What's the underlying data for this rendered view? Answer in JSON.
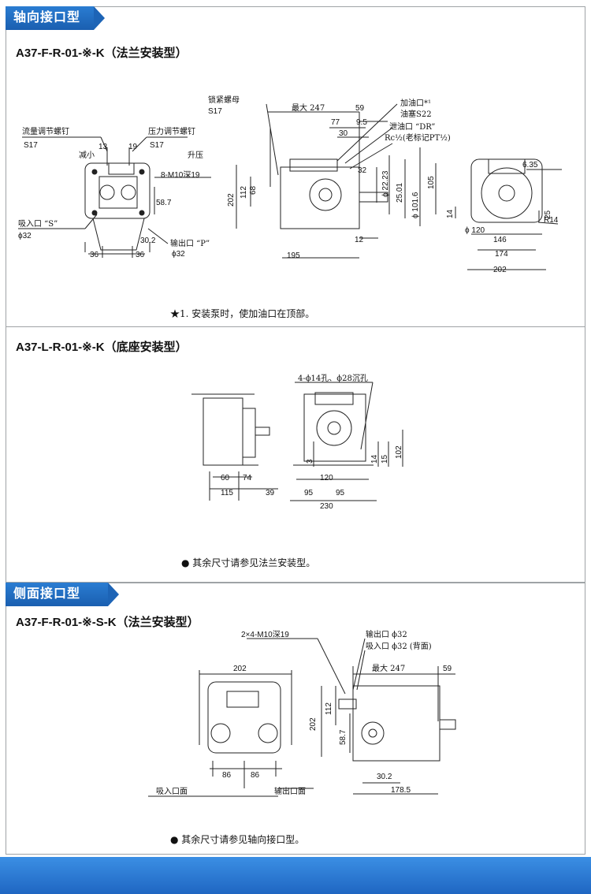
{
  "sections": {
    "axial": {
      "header": "轴向接口型"
    },
    "side": {
      "header": "侧面接口型"
    }
  },
  "axial_flange": {
    "title": "A37-F-R-01-※-K（法兰安装型）",
    "labels": {
      "flow_screw": "流量调节螺钉",
      "flow_s": "S17",
      "pressure_screw": "压力调节螺钉",
      "pressure_s": "S17",
      "decrease": "减小",
      "increase": "升压",
      "suction": "吸入口 “S”",
      "suction_d": "ϕ32",
      "outlet": "输出口 “P”",
      "outlet_d": "ϕ32",
      "lock_nut": "锁紧螺母",
      "lock_s": "S17",
      "fill_port": "加油口*¹",
      "plug": "油塞S22",
      "drain": "泄油口 “DR”",
      "drain_spec": "Rc½(老标记PT½)",
      "bolts": "8-M10深19",
      "d13": "13",
      "d19": "19",
      "d587": "58.7",
      "d302": "30.2",
      "d36a": "36",
      "d36b": "36",
      "max247": "最大 247",
      "d59": "59",
      "d77": "77",
      "d95": "9.5",
      "d30": "30",
      "d32": "32",
      "d202v": "202",
      "d112": "112",
      "d68": "68",
      "d2223": "ϕ 22.23",
      "d2501": "25.01",
      "d1016": "ϕ 101.6",
      "d105": "105",
      "d195": "195",
      "d12": "12",
      "d635": "6.35",
      "d14": "14",
      "d25": "25",
      "r14": "R14",
      "d120": "ϕ 120",
      "d146": "146",
      "d174": "174",
      "d202h": "202"
    },
    "note": "★1. 安装泵时，使加油口在顶部。"
  },
  "axial_foot": {
    "title": "A37-L-R-01-※-K（底座安装型）",
    "labels": {
      "holes": "4-ϕ14孔、ϕ28沉孔",
      "d60": "60",
      "d74": "74",
      "d115": "115",
      "d39": "39",
      "d3": "3",
      "d14": "14",
      "d15": "15",
      "d102": "102",
      "d120": "120",
      "d95a": "95",
      "d95b": "95",
      "d230": "230"
    },
    "note": "● 其余尺寸请参见法兰安装型。"
  },
  "side_flange": {
    "title": "A37-F-R-01-※-S-K（法兰安装型）",
    "labels": {
      "bolts": "2×4-M10深19",
      "outlet": "输出口 ϕ32",
      "suction": "吸入口 ϕ32 (背面)",
      "d202": "202",
      "d86a": "86",
      "d86b": "86",
      "suction_face": "吸入口面",
      "outlet_face": "输出口面",
      "max247": "最大 247",
      "d59": "59",
      "d202v": "202",
      "d112": "112",
      "d587": "58.7",
      "d302": "30.2",
      "d1785": "178.5"
    },
    "note": "● 其余尺寸请参见轴向接口型。"
  }
}
